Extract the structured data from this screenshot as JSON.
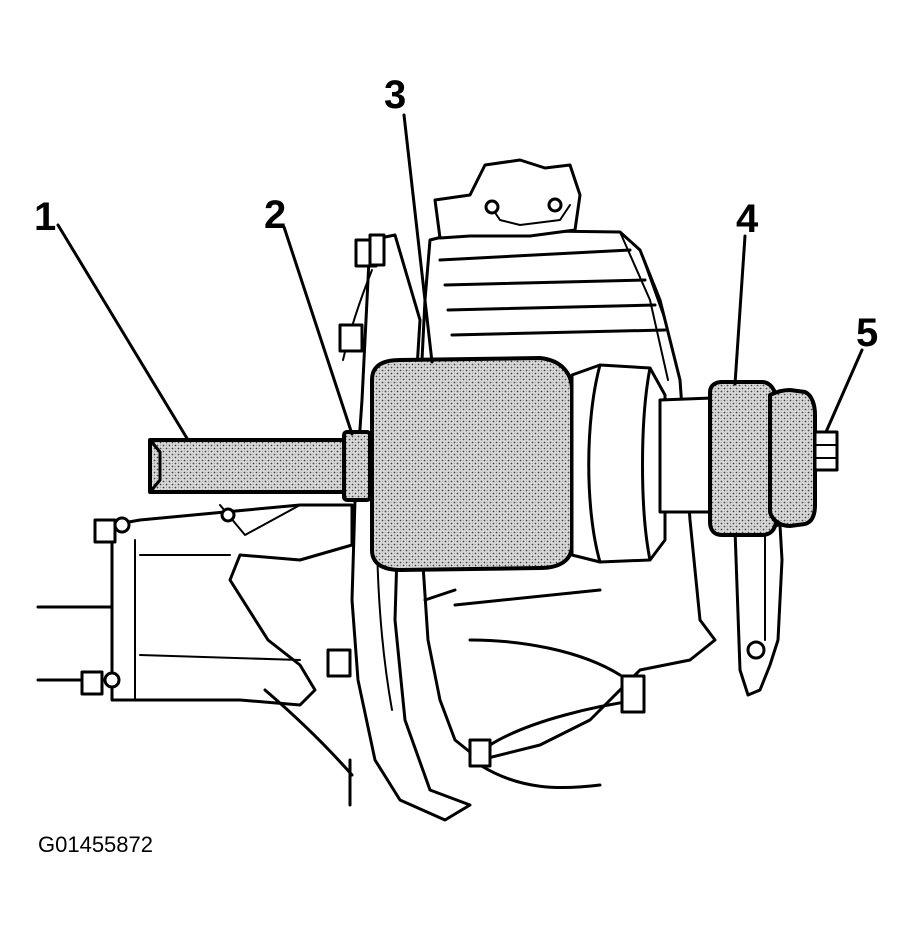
{
  "callouts": [
    {
      "id": "1",
      "text": "1"
    },
    {
      "id": "2",
      "text": "2"
    },
    {
      "id": "3",
      "text": "3"
    },
    {
      "id": "4",
      "text": "4"
    },
    {
      "id": "5",
      "text": "5"
    }
  ],
  "figure_id": "G01455872",
  "colors": {
    "line": "#000000",
    "background": "#ffffff",
    "tool_fill_base": "#cfcfcf"
  }
}
